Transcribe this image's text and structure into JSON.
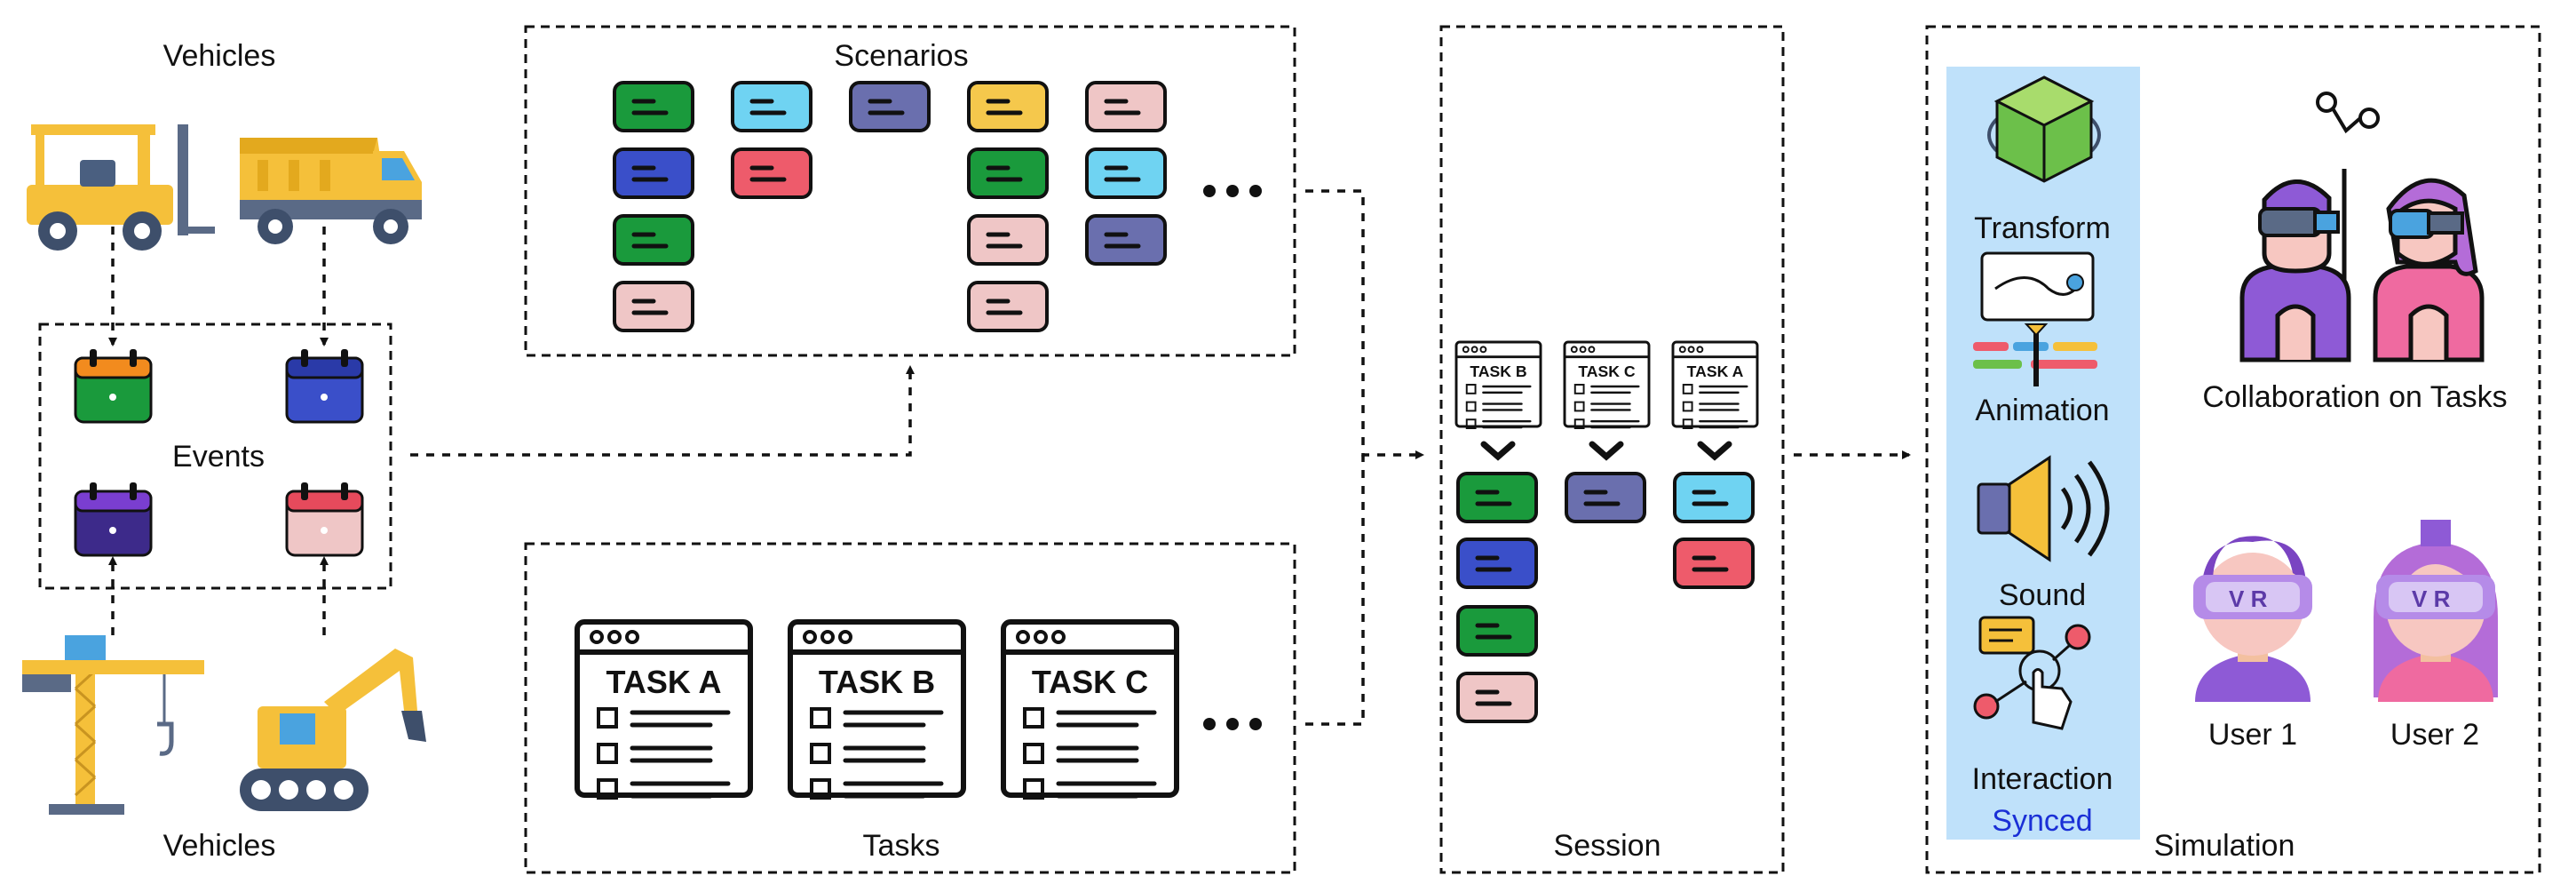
{
  "labels": {
    "vehicles_top": "Vehicles",
    "vehicles_bottom": "Vehicles",
    "events": "Events",
    "scenarios": "Scenarios",
    "tasks": "Tasks",
    "session": "Session",
    "simulation": "Simulation",
    "transform": "Transform",
    "animation": "Animation",
    "sound": "Sound",
    "interaction": "Interaction",
    "synced": "Synced",
    "collaboration": "Collaboration on Tasks",
    "user1": "User 1",
    "user2": "User 2",
    "vr": "V R"
  },
  "tasks": [
    "TASK A",
    "TASK B",
    "TASK C"
  ],
  "session_tasks": [
    "TASK B",
    "TASK C",
    "TASK A"
  ],
  "colors": {
    "green": "#1a9a3c",
    "cyan": "#6fd3f2",
    "purple": "#6a6fae",
    "yellow": "#f5c84c",
    "pink": "#efc6c6",
    "blue": "#3a4fc9",
    "red": "#ee5b6b",
    "synced_panel": "#bfe1fa",
    "dark_purple": "#4b2e9e"
  },
  "scenario_columns": [
    [
      "green",
      "blue",
      "green",
      "pink"
    ],
    [
      "cyan",
      "red"
    ],
    [
      "purple"
    ],
    [
      "yellow",
      "green",
      "pink",
      "pink"
    ],
    [
      "pink",
      "cyan",
      "purple"
    ]
  ],
  "session_columns": [
    [
      "green",
      "blue",
      "green",
      "pink"
    ],
    [
      "purple"
    ],
    [
      "cyan",
      "red"
    ]
  ],
  "events_icons": [
    "green",
    "blue",
    "dark_purple",
    "pink"
  ]
}
